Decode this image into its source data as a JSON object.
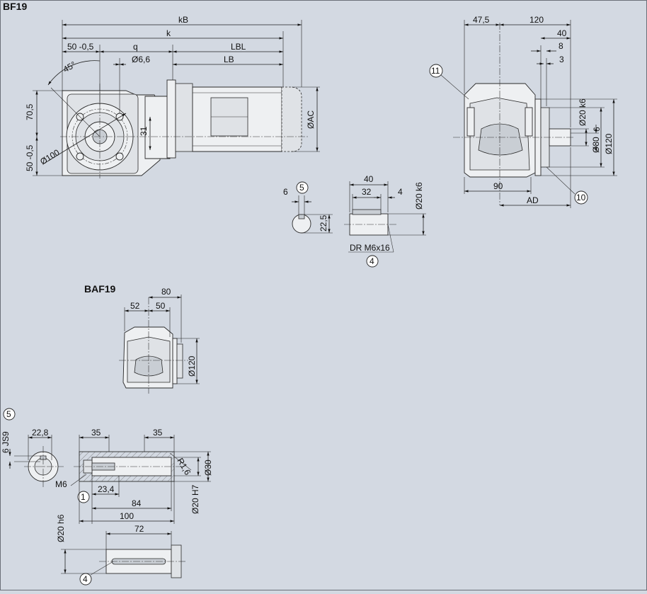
{
  "titles": {
    "bf": "BF19",
    "baf": "BAF19"
  },
  "bf_side": {
    "kB": "kB",
    "k": "k",
    "d50": "50 -0,5",
    "q": "q",
    "LBL": "LBL",
    "LB": "LB",
    "hole": "Ø6,6",
    "angle": "45°",
    "h70": "70,5",
    "h50": "50 -0,5",
    "d100": "Ø100",
    "d31": "31",
    "AC": "ØAC"
  },
  "key_detail": {
    "w6": "6",
    "h22": "22,5",
    "callout": "5"
  },
  "shaft_detail": {
    "l40": "40",
    "l32": "32",
    "l4": "4",
    "d20": "Ø20 k6",
    "thread": "DR M6x16",
    "callout": "4"
  },
  "bf_front": {
    "w47": "47,5",
    "w120": "120",
    "w40": "40",
    "w8": "8",
    "w3": "3",
    "d20": "Ø20 k6",
    "s6": "6",
    "d80": "Ø80",
    "d120": "Ø120",
    "w90": "90",
    "AD": "AD",
    "c11": "11",
    "c10": "10"
  },
  "baf": {
    "w80": "80",
    "w52": "52",
    "w50": "50",
    "d120": "Ø120"
  },
  "hollow": {
    "callout5": "5",
    "key": "6 JS9",
    "w22": "22,8",
    "l35a": "35",
    "l35b": "35",
    "r16": "R1,6",
    "d30": "Ø30",
    "m6": "M6",
    "c1": "1",
    "l234": "23,4",
    "l84": "84",
    "l100": "100",
    "d20h7": "Ø20 H7"
  },
  "shaft2": {
    "d20h6": "Ø20 h6",
    "l72": "72",
    "callout": "4"
  }
}
